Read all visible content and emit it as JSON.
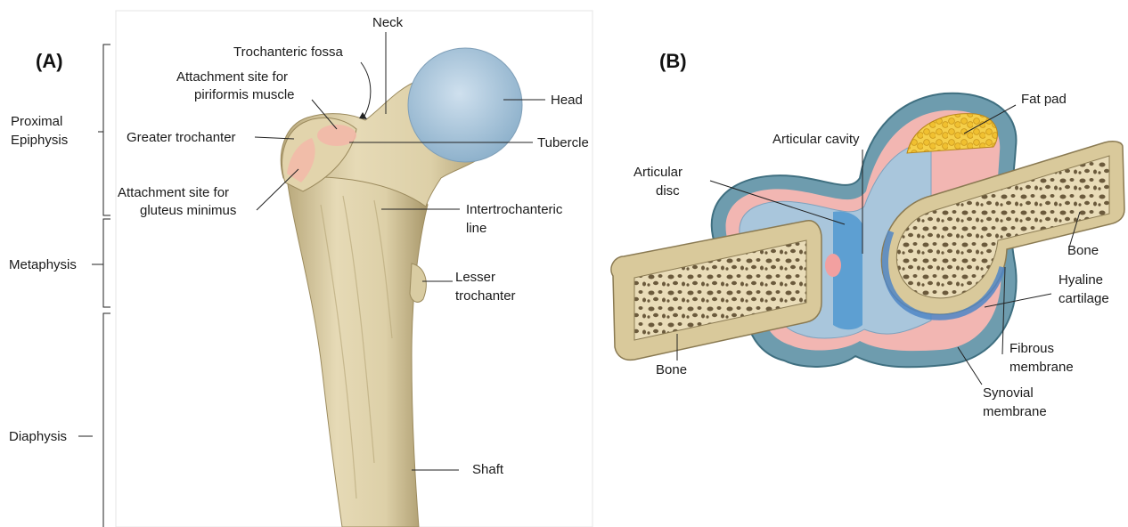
{
  "panel_a": {
    "letter": "(A)",
    "regions": {
      "proximal_1": "Proximal",
      "proximal_2": "Epiphysis",
      "metaphysis": "Metaphysis",
      "diaphysis": "Diaphysis"
    },
    "labels": {
      "neck": "Neck",
      "trochanteric_fossa": "Trochanteric fossa",
      "piriformis_1": "Attachment site for",
      "piriformis_2": "piriformis muscle",
      "greater_trochanter": "Greater trochanter",
      "gluteus_1": "Attachment site for",
      "gluteus_2": "gluteus minimus",
      "head": "Head",
      "tubercle": "Tubercle",
      "intertroch_1": "Intertrochanteric",
      "intertroch_2": "line",
      "lesser_1": "Lesser",
      "lesser_2": "trochanter",
      "shaft": "Shaft"
    }
  },
  "panel_b": {
    "letter": "(B)",
    "labels": {
      "fat_pad": "Fat pad",
      "articular_cavity": "Articular cavity",
      "articular_disc_1": "Articular",
      "articular_disc_2": "disc",
      "bone_right": "Bone",
      "bone_left": "Bone",
      "hyaline_1": "Hyaline",
      "hyaline_2": "cartilage",
      "fibrous_1": "Fibrous",
      "fibrous_2": "membrane",
      "synovial_1": "Synovial",
      "synovial_2": "membrane"
    }
  },
  "colors": {
    "bone": "#e3d6b0",
    "bone_shade": "#c9b98c",
    "cartilage_blue": "#a9c6dc",
    "membrane_teal": "#6e9cae",
    "synovial_pink": "#f2b6b2",
    "fat_yellow": "#f1c232",
    "attachment_pink": "#f3b8a8"
  }
}
